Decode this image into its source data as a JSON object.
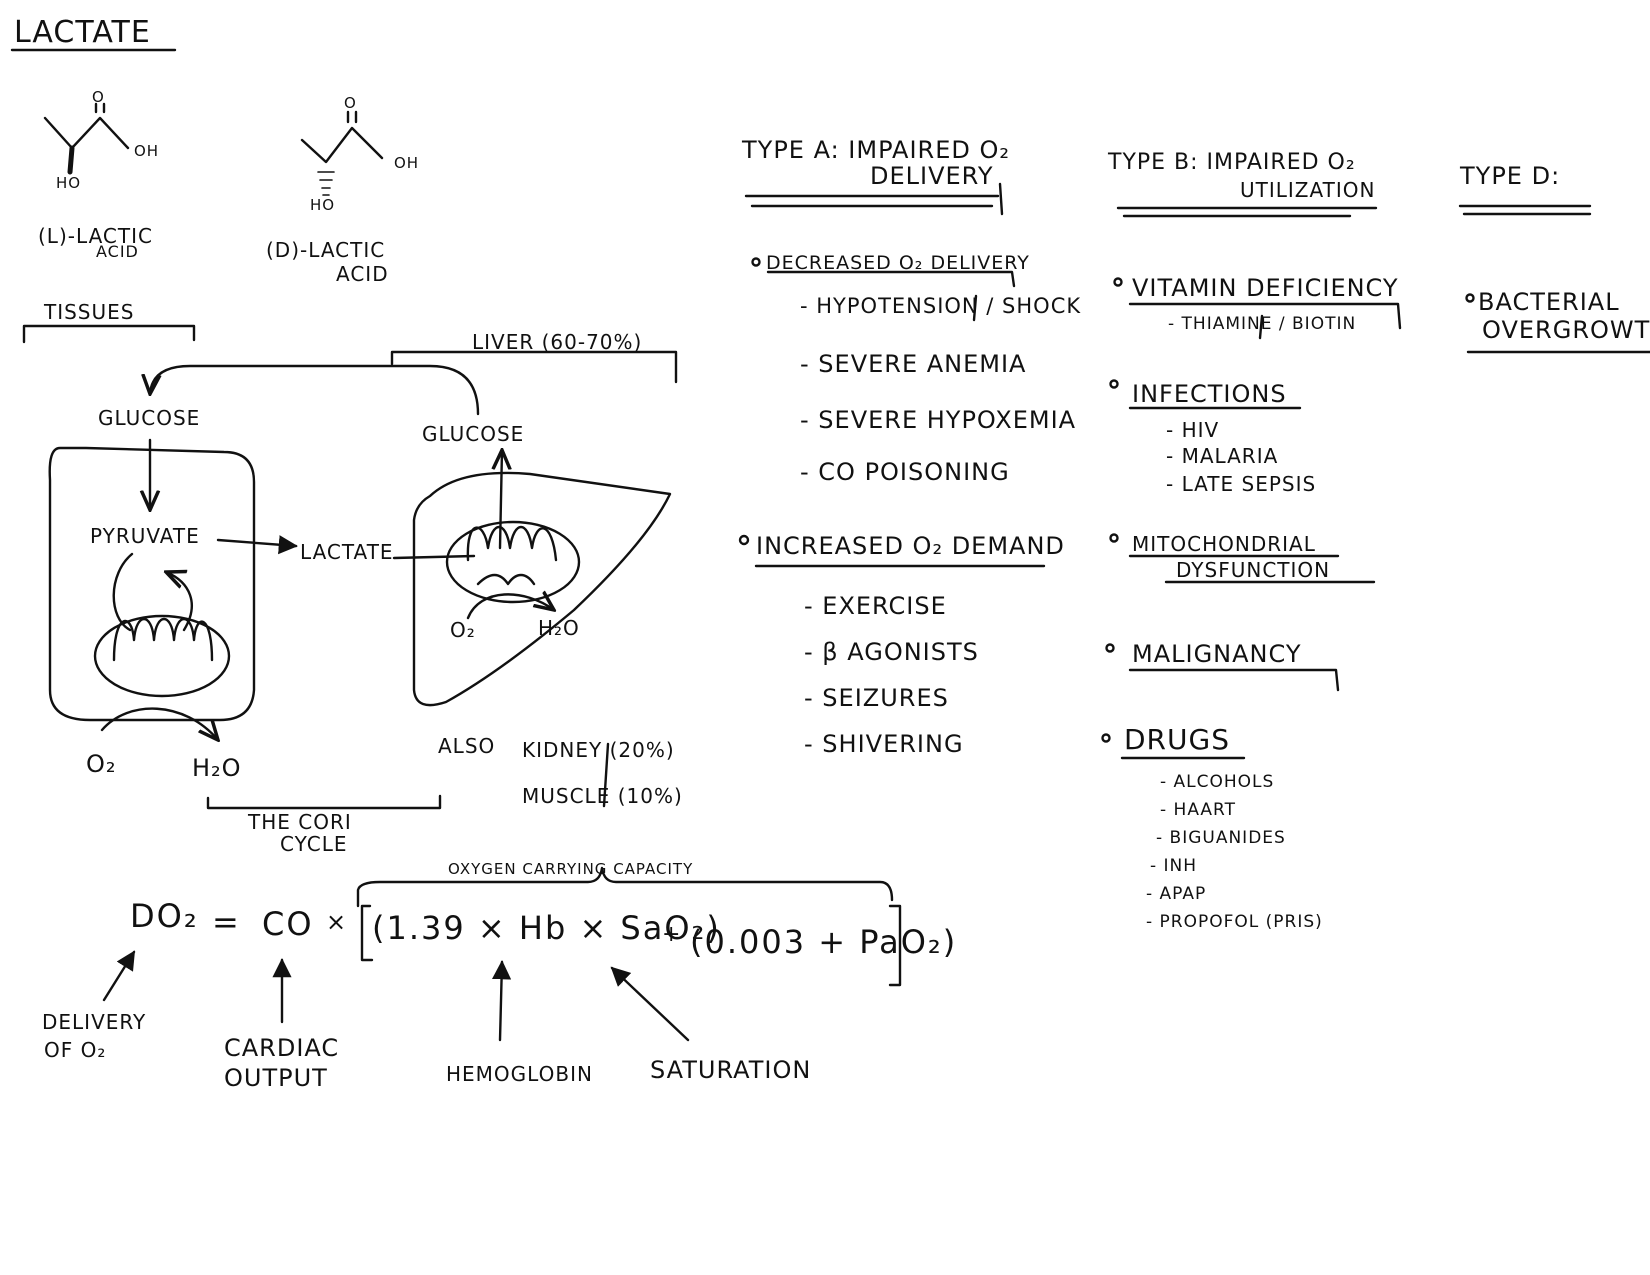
{
  "title": "LACTATE",
  "structures": {
    "l_acid": {
      "o_top": "O",
      "oh": "OH",
      "ho": "HO",
      "label1": "(L)-LACTIC",
      "label2": "ACID"
    },
    "d_acid": {
      "o_top": "O",
      "oh": "OH",
      "ho": "HO",
      "label1": "(D)-LACTIC",
      "label2": "ACID"
    }
  },
  "cori": {
    "tissues": "TISSUES",
    "liver": "LIVER (60-70%)",
    "glucose_tissue": "GLUCOSE",
    "glucose_liver": "GLUCOSE",
    "pyruvate": "PYRUVATE",
    "lactate": "LACTATE",
    "o2_liver": "O₂",
    "h2o_liver": "H₂O",
    "o2_tissue": "O₂",
    "h2o_tissue": "H₂O",
    "also": "ALSO",
    "kidney": "KIDNEY (20%)",
    "muscle": "MUSCLE (10%)",
    "cycle1": "THE CORI",
    "cycle2": "CYCLE"
  },
  "equation": {
    "brace_label": "OXYGEN CARRYING CAPACITY",
    "do2": "DO₂",
    "equals": "=",
    "co": "CO",
    "times": "×",
    "term1": "(1.39 × Hb × SaO₂)",
    "plus": "+",
    "term2": "(0.003 + PaO₂)",
    "delivery1": "DELIVERY",
    "delivery2": "OF O₂",
    "cardiac1": "CARDIAC",
    "cardiac2": "OUTPUT",
    "hemoglobin": "HEMOGLOBIN",
    "saturation": "SATURATION"
  },
  "type_a": {
    "header1": "TYPE A:  IMPAIRED O₂",
    "header2": "DELIVERY",
    "group1": {
      "title": "DECREASED O₂ DELIVERY",
      "items": [
        "- HYPOTENSION / SHOCK",
        "- SEVERE  ANEMIA",
        "- SEVERE  HYPOXEMIA",
        "- CO  POISONING"
      ]
    },
    "group2": {
      "title": "INCREASED O₂ DEMAND",
      "items": [
        "- EXERCISE",
        "- β  AGONISTS",
        "- SEIZURES",
        "- SHIVERING"
      ]
    }
  },
  "type_b": {
    "header1": "TYPE B:  IMPAIRED O₂",
    "header2": "UTILIZATION",
    "groups": [
      {
        "title": "VITAMIN  DEFICIENCY",
        "items": [
          "- THIAMINE / BIOTIN"
        ]
      },
      {
        "title": "INFECTIONS",
        "items": [
          "- HIV",
          "- MALARIA",
          "- LATE  SEPSIS"
        ]
      },
      {
        "title": "MITOCHONDRIAL",
        "title2": "DYSFUNCTION",
        "items": []
      },
      {
        "title": "MALIGNANCY",
        "items": []
      },
      {
        "title": "DRUGS",
        "items": [
          "- ALCOHOLS",
          "- HAART",
          "- BIGUANIDES",
          "- INH",
          "- APAP",
          "- PROPOFOL (PRIS)"
        ]
      }
    ]
  },
  "type_d": {
    "header": "TYPE D:",
    "group": {
      "title": "BACTERIAL",
      "title2": "OVERGROWTH"
    }
  }
}
